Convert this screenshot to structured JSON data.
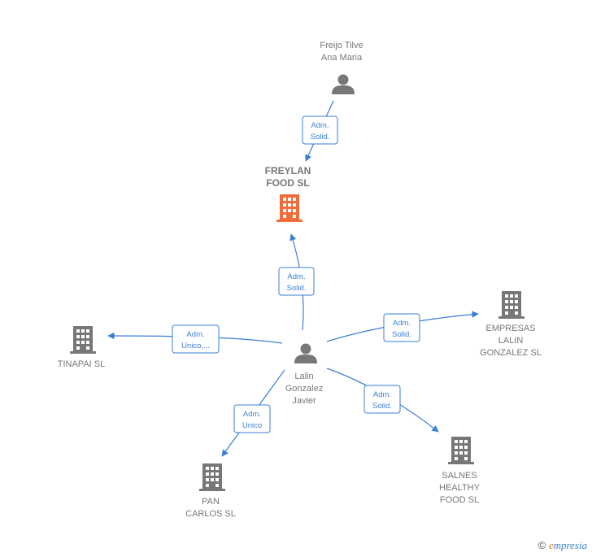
{
  "colors": {
    "accent": "#3a7fd5",
    "node": "#777777",
    "highlight": "#f26b3a"
  },
  "nodes": {
    "freijo": {
      "lines": [
        "Freijo Tilve",
        "Ana Maria"
      ],
      "icon": "person-icon"
    },
    "freylan": {
      "lines": [
        "FREYLAN",
        "FOOD  SL"
      ],
      "icon": "building-icon",
      "highlight": true
    },
    "lalin": {
      "lines": [
        "Lalin",
        "Gonzalez",
        "Javier"
      ],
      "icon": "person-icon"
    },
    "tinapai": {
      "lines": [
        "TINAPAI  SL"
      ],
      "icon": "building-icon"
    },
    "empresas": {
      "lines": [
        "EMPRESAS",
        "LALIN",
        "GONZALEZ  SL"
      ],
      "icon": "building-icon"
    },
    "pan": {
      "lines": [
        "PAN",
        "CARLOS SL"
      ],
      "icon": "building-icon"
    },
    "salnes": {
      "lines": [
        "SALNES",
        "HEALTHY",
        "FOOD  SL"
      ],
      "icon": "building-icon"
    }
  },
  "edges": {
    "freijo_freylan": {
      "lines": [
        "Adm.",
        "Solid."
      ]
    },
    "lalin_freylan": {
      "lines": [
        "Adm.",
        "Solid."
      ]
    },
    "lalin_tinapai": {
      "lines": [
        "Adm.",
        "Unico,..."
      ]
    },
    "lalin_empresas": {
      "lines": [
        "Adm.",
        "Solid."
      ]
    },
    "lalin_pan": {
      "lines": [
        "Adm.",
        "Unico"
      ]
    },
    "lalin_salnes": {
      "lines": [
        "Adm.",
        "Solid."
      ]
    }
  },
  "watermark": {
    "symbol": "©",
    "brand": "e",
    "rest": "mpresia"
  }
}
